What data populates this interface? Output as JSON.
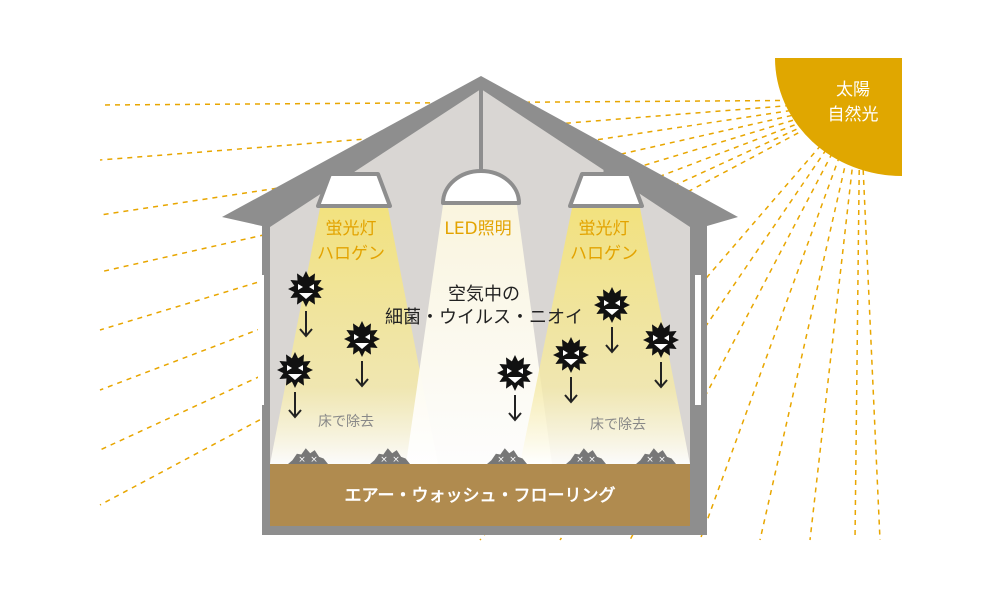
{
  "sun": {
    "label_line1": "太陽",
    "label_line2": "自然光",
    "color": "#e0a700",
    "ray_color": "#e8a600"
  },
  "lights": [
    {
      "line1": "蛍光灯",
      "line2": "ハロゲン"
    },
    {
      "line1": "LED照明",
      "line2": ""
    },
    {
      "line1": "蛍光灯",
      "line2": "ハロゲン"
    }
  ],
  "center_text": {
    "line1": "空気中の",
    "line2": "細菌・ウイルス・ニオイ"
  },
  "floor_removal": [
    "床で除去",
    "床で除去"
  ],
  "floor_label": "エアー・ウォッシュ・フローリング",
  "colors": {
    "house_frame": "#8e8e8e",
    "house_interior": "#d9d6d3",
    "light_beam": "#f3e27a",
    "light_label": "#e3a300",
    "floor": "#b08b4f",
    "germ": "#111111",
    "dead_germ": "#777777",
    "text_dark": "#222222",
    "text_gray": "#888888"
  }
}
